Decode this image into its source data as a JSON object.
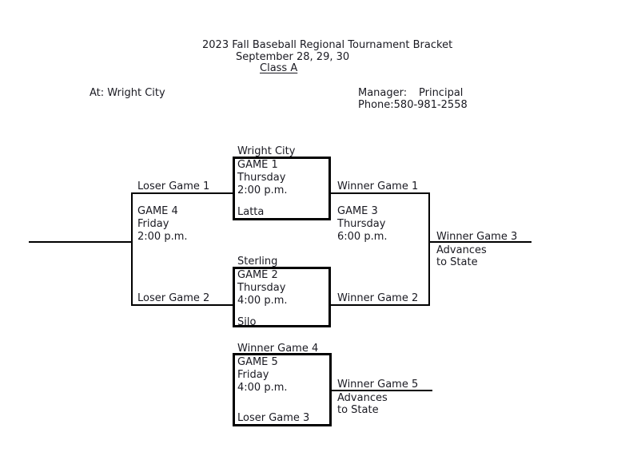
{
  "header": {
    "title": "2023 Fall Baseball Regional Tournament Bracket",
    "dates": "September 28, 29, 30",
    "classification": "Class A",
    "location": "At: Wright City",
    "manager_label": "Manager:",
    "manager_name": "Principal",
    "phone": "Phone:580-981-2558"
  },
  "colors": {
    "text": "#1a1a22",
    "line": "#000000",
    "background": "#ffffff"
  },
  "games": {
    "game1": {
      "title": "GAME 1",
      "day": "Thursday",
      "time": "2:00 p.m.",
      "top_team": "Wright City",
      "bottom_team": "Latta",
      "winner_label": "Winner Game 1",
      "loser_label": "Loser Game 1"
    },
    "game2": {
      "title": "GAME 2",
      "day": "Thursday",
      "time": "4:00 p.m.",
      "top_team": "Sterling",
      "bottom_team": "Silo",
      "winner_label": "Winner Game 2",
      "loser_label": "Loser Game 2"
    },
    "game3": {
      "title": "GAME 3",
      "day": "Thursday",
      "time": "6:00 p.m.",
      "winner_label": "Winner Game 3",
      "loser_label": "Loser Game 3",
      "advances_line1": "Advances",
      "advances_line2": "to State"
    },
    "game4": {
      "title": "GAME 4",
      "day": "Friday",
      "time": "2:00 p.m.",
      "winner_label": "Winner Game 4"
    },
    "game5": {
      "title": "GAME 5",
      "day": "Friday",
      "time": "4:00 p.m.",
      "winner_label": "Winner Game 5",
      "advances_line1": "Advances",
      "advances_line2": "to State"
    }
  }
}
